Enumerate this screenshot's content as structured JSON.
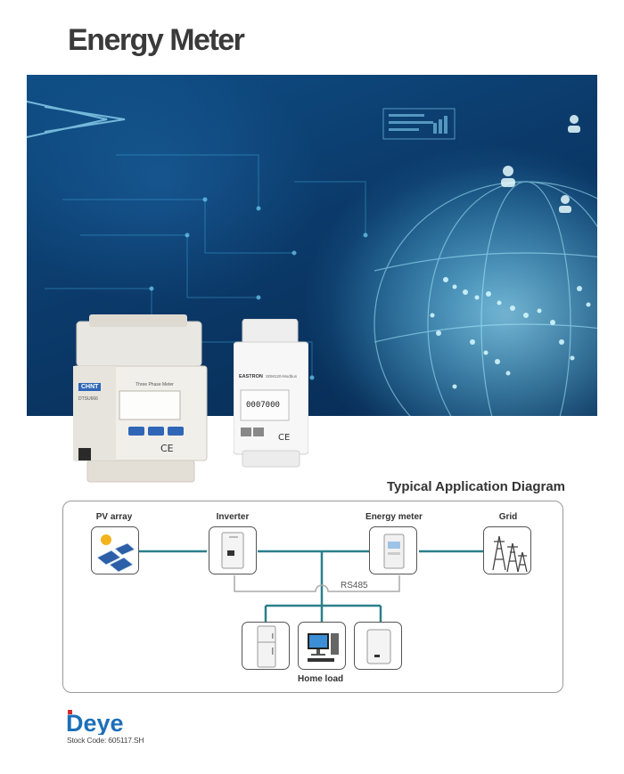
{
  "page": {
    "title": "Energy Meter"
  },
  "hero": {
    "meter_left": {
      "brand": "CHNT",
      "model": "DTSU666",
      "product": "Three Phase Meter"
    },
    "meter_right": {
      "brand": "EASTRON",
      "model": "SDM120-Modbus",
      "reading": "0007000"
    }
  },
  "diagram": {
    "title": "Typical Application Diagram",
    "nodes": {
      "pv": "PV array",
      "inverter": "Inverter",
      "energy_meter": "Energy meter",
      "grid": "Grid"
    },
    "rs485": "RS485",
    "home_load": "Home load",
    "line_color": "#2a7f8a"
  },
  "footer": {
    "logo": "Deye",
    "stock_code": "Stock Code: 605117.SH"
  },
  "colors": {
    "brand_blue": "#1d6fb8",
    "brand_red": "#d62b2b"
  }
}
